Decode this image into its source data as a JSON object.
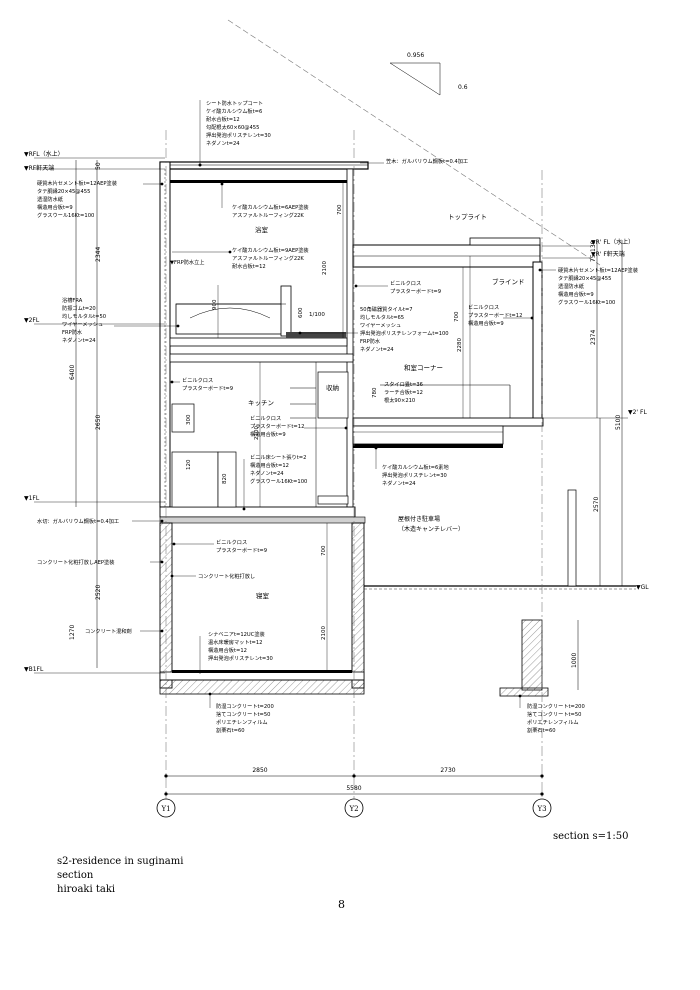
{
  "title_block": {
    "project": "s2-residence in suginami",
    "drawing": "section",
    "author": "hiroaki taki"
  },
  "page_number": "8",
  "scale": "section s=1:50",
  "slope": {
    "run": "0.956",
    "rise": "0.6"
  },
  "levels": {
    "rfl": "▼RFL（水上）",
    "rf_eave": "▼RF軒天端",
    "fl2": "▼2FL",
    "fl1": "▼1FL",
    "b1fl": "▼B1FL",
    "r2fl": "▼R' FL（水上）",
    "r2_eave": "▼R' F軒天端",
    "fl2b": "▼2' FL",
    "gl": "▼GL"
  },
  "dimensions": {
    "vertical": [
      "50",
      "2344",
      "2650",
      "6400",
      "2520",
      "1270",
      "700",
      "2100",
      "900",
      "600",
      "2100",
      "300",
      "820",
      "120",
      "700",
      "2100",
      "2280",
      "780",
      "700",
      "2374",
      "5100",
      "2570",
      "1000",
      "130",
      "75"
    ],
    "horizontal": [
      "2850",
      "2730",
      "5580"
    ],
    "slope_note": "1/100"
  },
  "grid": [
    "Y1",
    "Y2",
    "Y3"
  ],
  "rooms": {
    "bath": "浴室",
    "toplight": "トップライト",
    "blind": "ブラインド",
    "washitsu": "和室コーナー",
    "storage": "収納",
    "kitchen": "キッチン",
    "carport": "屋根付き駐車場",
    "carport_sub": "（木造キャンチレバー）",
    "bedroom": "寝室"
  },
  "notes": {
    "roof": [
      "シート防水トップコート",
      "ケイ酸カルシウム板t=6",
      "耐水合板t=12",
      "勾配根太60×60@455",
      "押出発泡ポリスチレンt=30",
      "ネダノンt=24"
    ],
    "eave_ext": [
      "硬質木片セメント板t=12AEP塗装",
      "タテ胴縁20×45@455",
      "透湿防水紙",
      "構造用合板t=9",
      "グラスウール16Kt=100"
    ],
    "bath_ceiling": [
      "ケイ酸カルシウム板t=6AEP塗装",
      "アスファルトルーフィング22K"
    ],
    "bath_wall": [
      "ケイ酸カルシウム板t=9AEP塗装",
      "アスファルトルーフィング22K",
      "耐水合板t=12"
    ],
    "frp": "▼FRP防水立上",
    "flashing_top": "笠木：ガルバリウム鋼板t=0.4加工",
    "bath_floor": [
      "浴槽FRA",
      "防振ゴムt=20",
      "均しモルタルt=50",
      "ワイヤーメッシュ",
      "FRP防水",
      "ネダノンt=24"
    ],
    "tile_floor": [
      "50角磁器質タイルt=7",
      "均しモルタルt=65",
      "ワイヤーメッシュ",
      "押出発泡ポリスチレンフォームt=100",
      "FRP防水",
      "ネダノンt=24"
    ],
    "vinyl_upper": [
      "ビニルクロス",
      "プラスターボードt=9"
    ],
    "right_ext": [
      "硬質木片セメント板t=12AEP塗装",
      "タテ胴縁20×45@455",
      "透湿防水紙",
      "構造用合板t=9",
      "グラスウール16Kt=100"
    ],
    "vinyl_right": [
      "ビニルクロス",
      "プラスターボードt=12",
      "構造用合板t=9"
    ],
    "tatami": [
      "スタイロ畳t=36",
      "ラーチ合板t=12",
      "根太90×210"
    ],
    "vinyl_kitchen": [
      "ビニルクロス",
      "プラスターボードt=9"
    ],
    "vinyl_kitchen2": [
      "ビニルクロス",
      "プラスターボードt=12",
      "構造用合板t=9"
    ],
    "kitchen_floor": [
      "ビニル床シート張りt=2",
      "構造用合板t=12",
      "ネダノンt=24",
      "グラスウール16Kt=100"
    ],
    "cantilever": [
      "ケイ酸カルシウム板t=6素地",
      "押出発泡ポリスチレンt=30",
      "ネダノンt=24"
    ],
    "drip": "水切：ガルバリウム鋼板t=0.4加工",
    "concrete_aep": "コンクリート化粧打放しAEP塗装",
    "concrete_plain": "コンクリート化粧打放し",
    "vinyl_bed": [
      "ビニルクロス",
      "プラスターボードt=9"
    ],
    "concrete_seal": "コンクリート混和剤",
    "bed_floor": [
      "シナベニアt=12UC塗装",
      "温水床暖房マットt=12",
      "構造用合板t=12",
      "押出発泡ポリスチレンt=30"
    ],
    "foundation_left": [
      "防湿コンクリートt=200",
      "捨てコンクリートt=50",
      "ポリエチレンフィルム",
      "割栗石t=60"
    ],
    "foundation_right": [
      "防湿コンクリートt=200",
      "捨てコンクリートt=50",
      "ポリエチレンフィルム",
      "割栗石t=60"
    ]
  }
}
